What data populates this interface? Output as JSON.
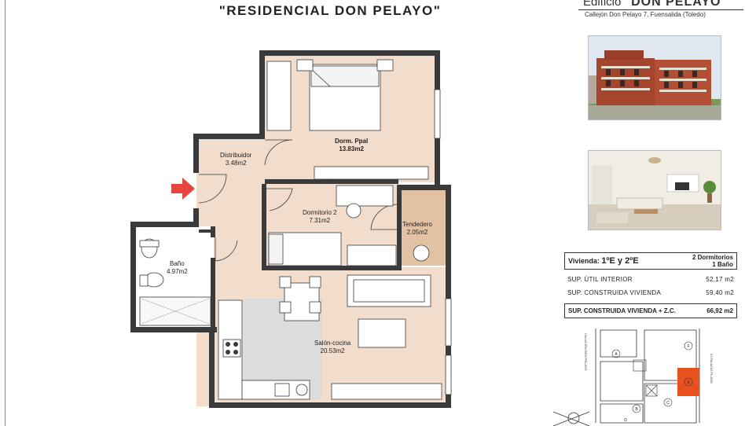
{
  "header": {
    "title": "\"RESIDENCIAL DON PELAYO\"",
    "building_prefix": "Edificio",
    "building_name": "\"DON PELAYO\"",
    "address": "Callejón Don Pelayo 7, Fuensalida (Toledo)"
  },
  "rooms": {
    "dorm_ppal": {
      "name": "Dorm. Ppal",
      "area": "13.83m2"
    },
    "distribuidor": {
      "name": "Distribuidor",
      "area": "3.48m2"
    },
    "dormitorio2": {
      "name": "Dormitorio 2",
      "area": "7.31m2"
    },
    "tendedero": {
      "name": "Tendedero",
      "area": "2.05m2"
    },
    "bano": {
      "name": "Baño",
      "area": "4.97m2"
    },
    "salon": {
      "name": "Salón-cocina",
      "area": "20.53m2"
    }
  },
  "specs": {
    "vivienda_label": "Vivienda:",
    "vivienda_value": "1ºE y 2ºE",
    "rooms_line1": "2 Dormitorios",
    "rooms_line2": "1 Baño",
    "util_label": "SUP. ÚTIL INTERIOR",
    "util_value": "52,17 m2",
    "construida_label": "SUP. CONSTRUIDA VIVIENDA",
    "construida_value": "59,40 m2",
    "total_label": "SUP. CONSTRUIDA VIVIENDA + Z.C.",
    "total_value": "66,92 m2"
  },
  "site_plan": {
    "street_left": "CALLEJÓN DON PELAYO",
    "street_right": "C/ PALACIO PLURIS",
    "blocks": [
      "A",
      "B",
      "C",
      "D",
      "E",
      "F"
    ],
    "highlighted_block": "E",
    "highlight_color": "#e8501e"
  },
  "colors": {
    "floor": "#f2dccb",
    "wall": "#3a3a3a",
    "kitchen_floor": "#dcdcdc",
    "tendedero_floor": "#e3c2a4",
    "entry_arrow": "#e8453c"
  }
}
